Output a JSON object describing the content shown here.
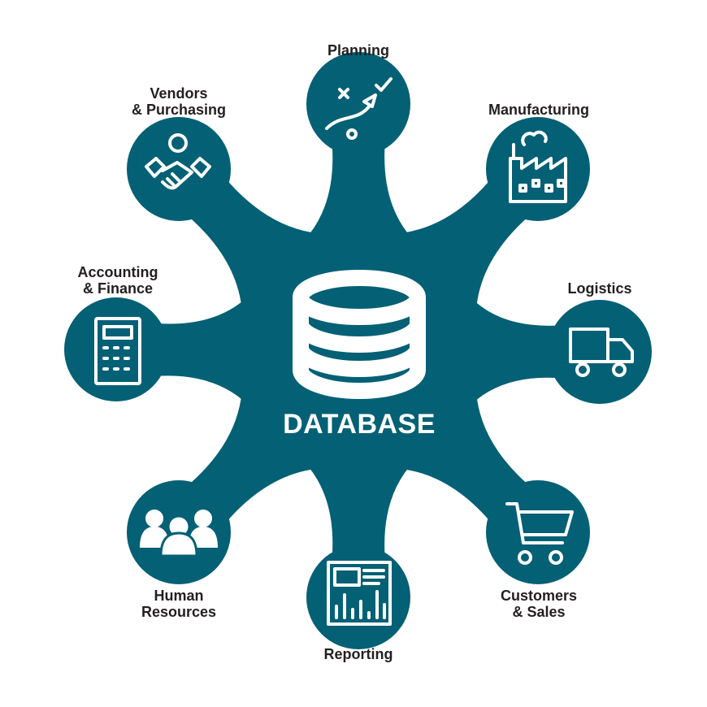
{
  "colors": {
    "primary": "#036075",
    "icon": "#ffffff",
    "text": "#231f20"
  },
  "center": {
    "title": "DATABASE",
    "icon": "database-icon"
  },
  "nodes": [
    {
      "id": "planning",
      "label": "Planning",
      "icon": "strategy-icon"
    },
    {
      "id": "manufacturing",
      "label": "Manufacturing",
      "icon": "factory-icon"
    },
    {
      "id": "logistics",
      "label": "Logistics",
      "icon": "truck-icon"
    },
    {
      "id": "customers",
      "label": "Customers\n& Sales",
      "icon": "shopping-cart-icon"
    },
    {
      "id": "reporting",
      "label": "Reporting",
      "icon": "report-icon"
    },
    {
      "id": "hr",
      "label": "Human\nResources",
      "icon": "people-icon"
    },
    {
      "id": "accounting",
      "label": "Accounting\n& Finance",
      "icon": "calculator-icon"
    },
    {
      "id": "vendors",
      "label": "Vendors\n& Purchasing",
      "icon": "handshake-icon"
    }
  ]
}
